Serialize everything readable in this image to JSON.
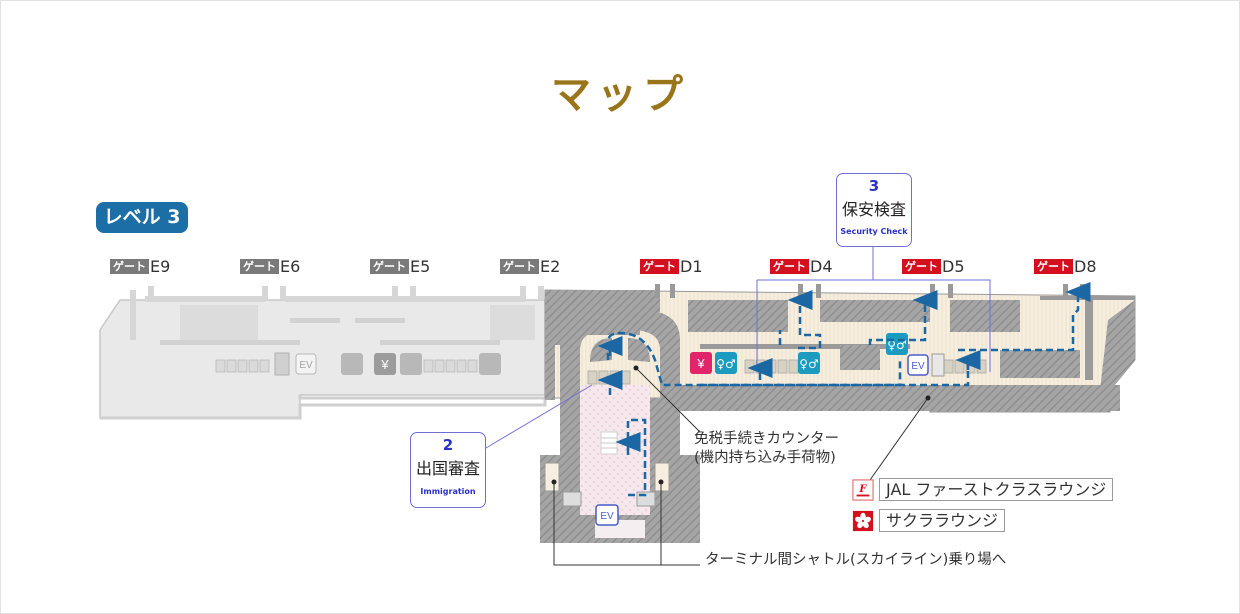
{
  "page": {
    "title": "マップ",
    "title_color": "#9a7418"
  },
  "map": {
    "level_badge": "レベル 3",
    "level_badge_color": "#1b6fa6",
    "gate_prefix": "ゲート",
    "gates": [
      {
        "id": "E9",
        "type": "E",
        "color": "#7a7a7a"
      },
      {
        "id": "E6",
        "type": "E",
        "color": "#7a7a7a"
      },
      {
        "id": "E5",
        "type": "E",
        "color": "#7a7a7a"
      },
      {
        "id": "E2",
        "type": "E",
        "color": "#7a7a7a"
      },
      {
        "id": "D1",
        "type": "D",
        "color": "#d40f1e"
      },
      {
        "id": "D4",
        "type": "D",
        "color": "#d40f1e"
      },
      {
        "id": "D5",
        "type": "D",
        "color": "#d40f1e"
      },
      {
        "id": "D8",
        "type": "D",
        "color": "#d40f1e"
      }
    ],
    "callouts": {
      "security": {
        "number": "3",
        "label_jp": "保安検査",
        "label_en": "Security Check"
      },
      "immigration": {
        "number": "2",
        "label_jp": "出国審査",
        "label_en": "Immigration"
      }
    },
    "annotations": {
      "tax_free_line1": "免税手続きカウンター",
      "tax_free_line2": "(機内持ち込み手荷物)",
      "shuttle": "ターミナル間シャトル(スカイライン)乗り場へ"
    },
    "lounges": [
      {
        "name": "JAL ファーストクラスラウンジ",
        "icon": "jal-first-class-icon"
      },
      {
        "name": "サクララウンジ",
        "icon": "sakura-icon"
      }
    ],
    "facility_icons": {
      "elevator": "EV",
      "currency": "¥"
    },
    "colors": {
      "route_blue": "#1a67a3",
      "restroom_teal": "#1a9bbf",
      "currency_pink": "#e0256b",
      "restricted_floor": "#f5ecdc",
      "hatched_wall": "#9a9a9a",
      "public_floor": "#e8e8e8",
      "callout_border": "#6f6fd8"
    }
  }
}
